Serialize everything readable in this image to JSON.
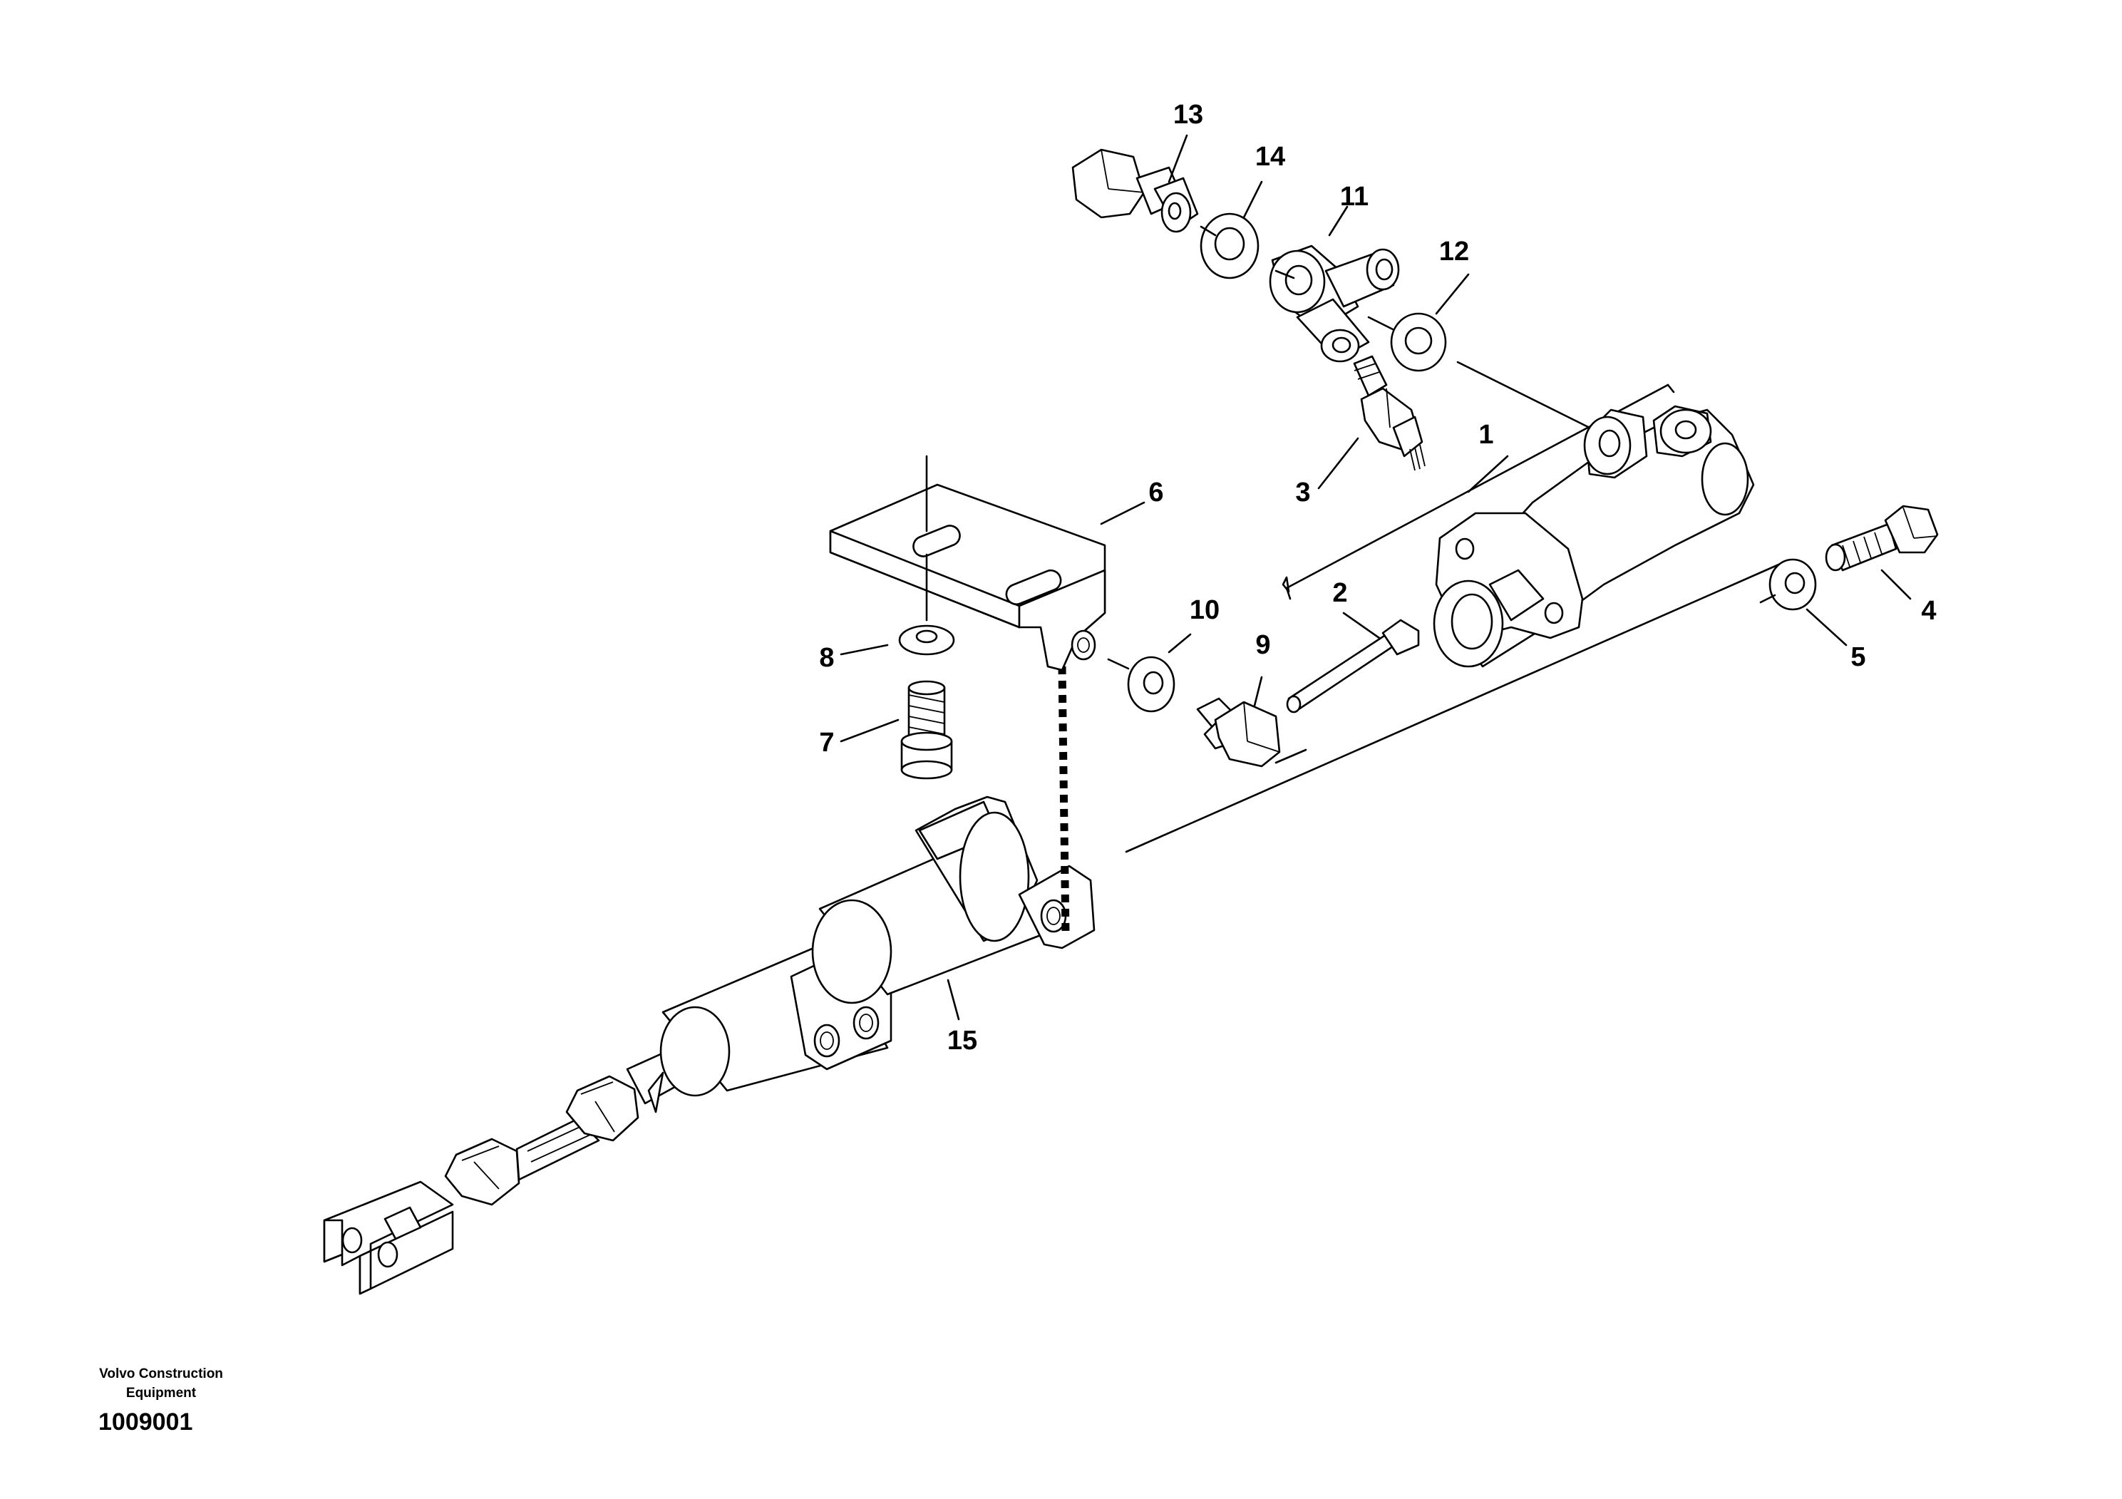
{
  "diagram": {
    "callouts": [
      {
        "id": "1",
        "label": "1"
      },
      {
        "id": "2",
        "label": "2"
      },
      {
        "id": "3",
        "label": "3"
      },
      {
        "id": "4",
        "label": "4"
      },
      {
        "id": "5",
        "label": "5"
      },
      {
        "id": "6",
        "label": "6"
      },
      {
        "id": "7",
        "label": "7"
      },
      {
        "id": "8",
        "label": "8"
      },
      {
        "id": "9",
        "label": "9"
      },
      {
        "id": "10",
        "label": "10"
      },
      {
        "id": "11",
        "label": "11"
      },
      {
        "id": "12",
        "label": "12"
      },
      {
        "id": "13",
        "label": "13"
      },
      {
        "id": "14",
        "label": "14"
      },
      {
        "id": "15",
        "label": "15"
      }
    ]
  },
  "footer": {
    "company_line1": "Volvo Construction",
    "company_line2": "Equipment",
    "document_number": "1009001"
  }
}
